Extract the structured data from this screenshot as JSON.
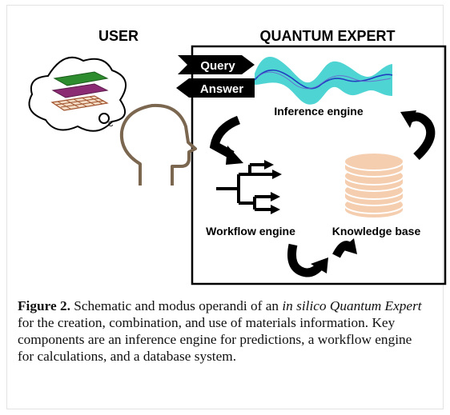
{
  "labels": {
    "user": "USER",
    "quantum_expert": "QUANTUM EXPERT",
    "query": "Query",
    "answer": "Answer",
    "inference_engine": "Inference engine",
    "workflow_engine": "Workflow engine",
    "knowledge_base": "Knowledge base",
    "thought_bubble_small": "C"
  },
  "caption": {
    "figure_label": "Figure 2.",
    "part1": " Schematic and modus operandi of an ",
    "italic1": "in silico",
    "part2": " ",
    "italic2": "Quantum Expert",
    "part3": " for the creation, combination, and use of materials information. Key components are an inference engine for predictions, a workflow engine for calculations, and a database system."
  },
  "colors": {
    "head_outline": "#7b6650",
    "inference_fill": "#3ccfcf",
    "database_fill": "#f5ceb0",
    "layer_top": "#2d8c2d",
    "layer_mid": "#8a2b73",
    "layer_bottom": "#a0522d"
  }
}
